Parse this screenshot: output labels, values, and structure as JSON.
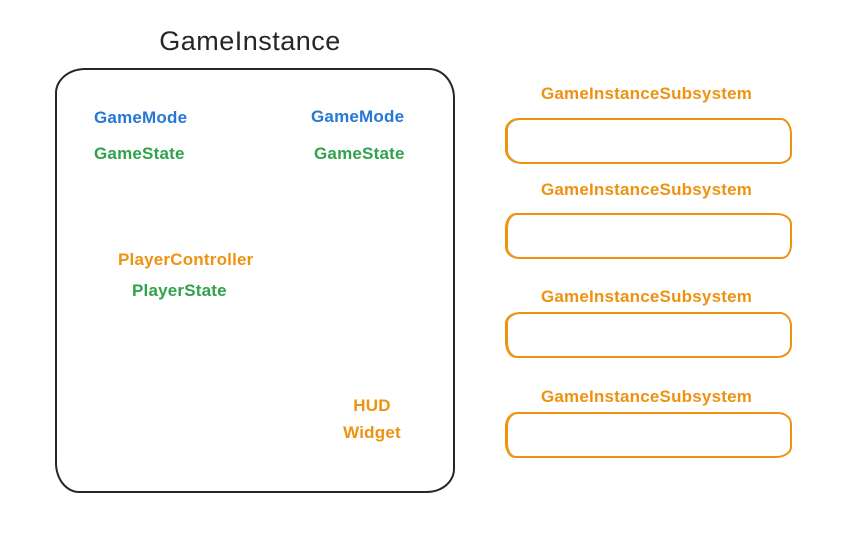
{
  "colors": {
    "ink": "#262626",
    "blue": "#2577d8",
    "green": "#31a24c",
    "orange": "#ee9211"
  },
  "title": "GameInstance",
  "instance_box": {
    "top_left": [
      {
        "label": "GameMode",
        "color": "blue"
      },
      {
        "label": "GameState",
        "color": "green"
      }
    ],
    "top_right": [
      {
        "label": "GameMode",
        "color": "blue"
      },
      {
        "label": "GameState",
        "color": "green"
      }
    ],
    "middle": [
      {
        "label": "PlayerController",
        "color": "orange"
      },
      {
        "label": "PlayerState",
        "color": "green"
      }
    ],
    "bottom_right": [
      {
        "label": "HUD",
        "color": "orange"
      },
      {
        "label": "Widget",
        "color": "orange"
      }
    ]
  },
  "subsystems": [
    {
      "label": "GameInstanceSubsystem"
    },
    {
      "label": "GameInstanceSubsystem"
    },
    {
      "label": "GameInstanceSubsystem"
    },
    {
      "label": "GameInstanceSubsystem"
    }
  ]
}
